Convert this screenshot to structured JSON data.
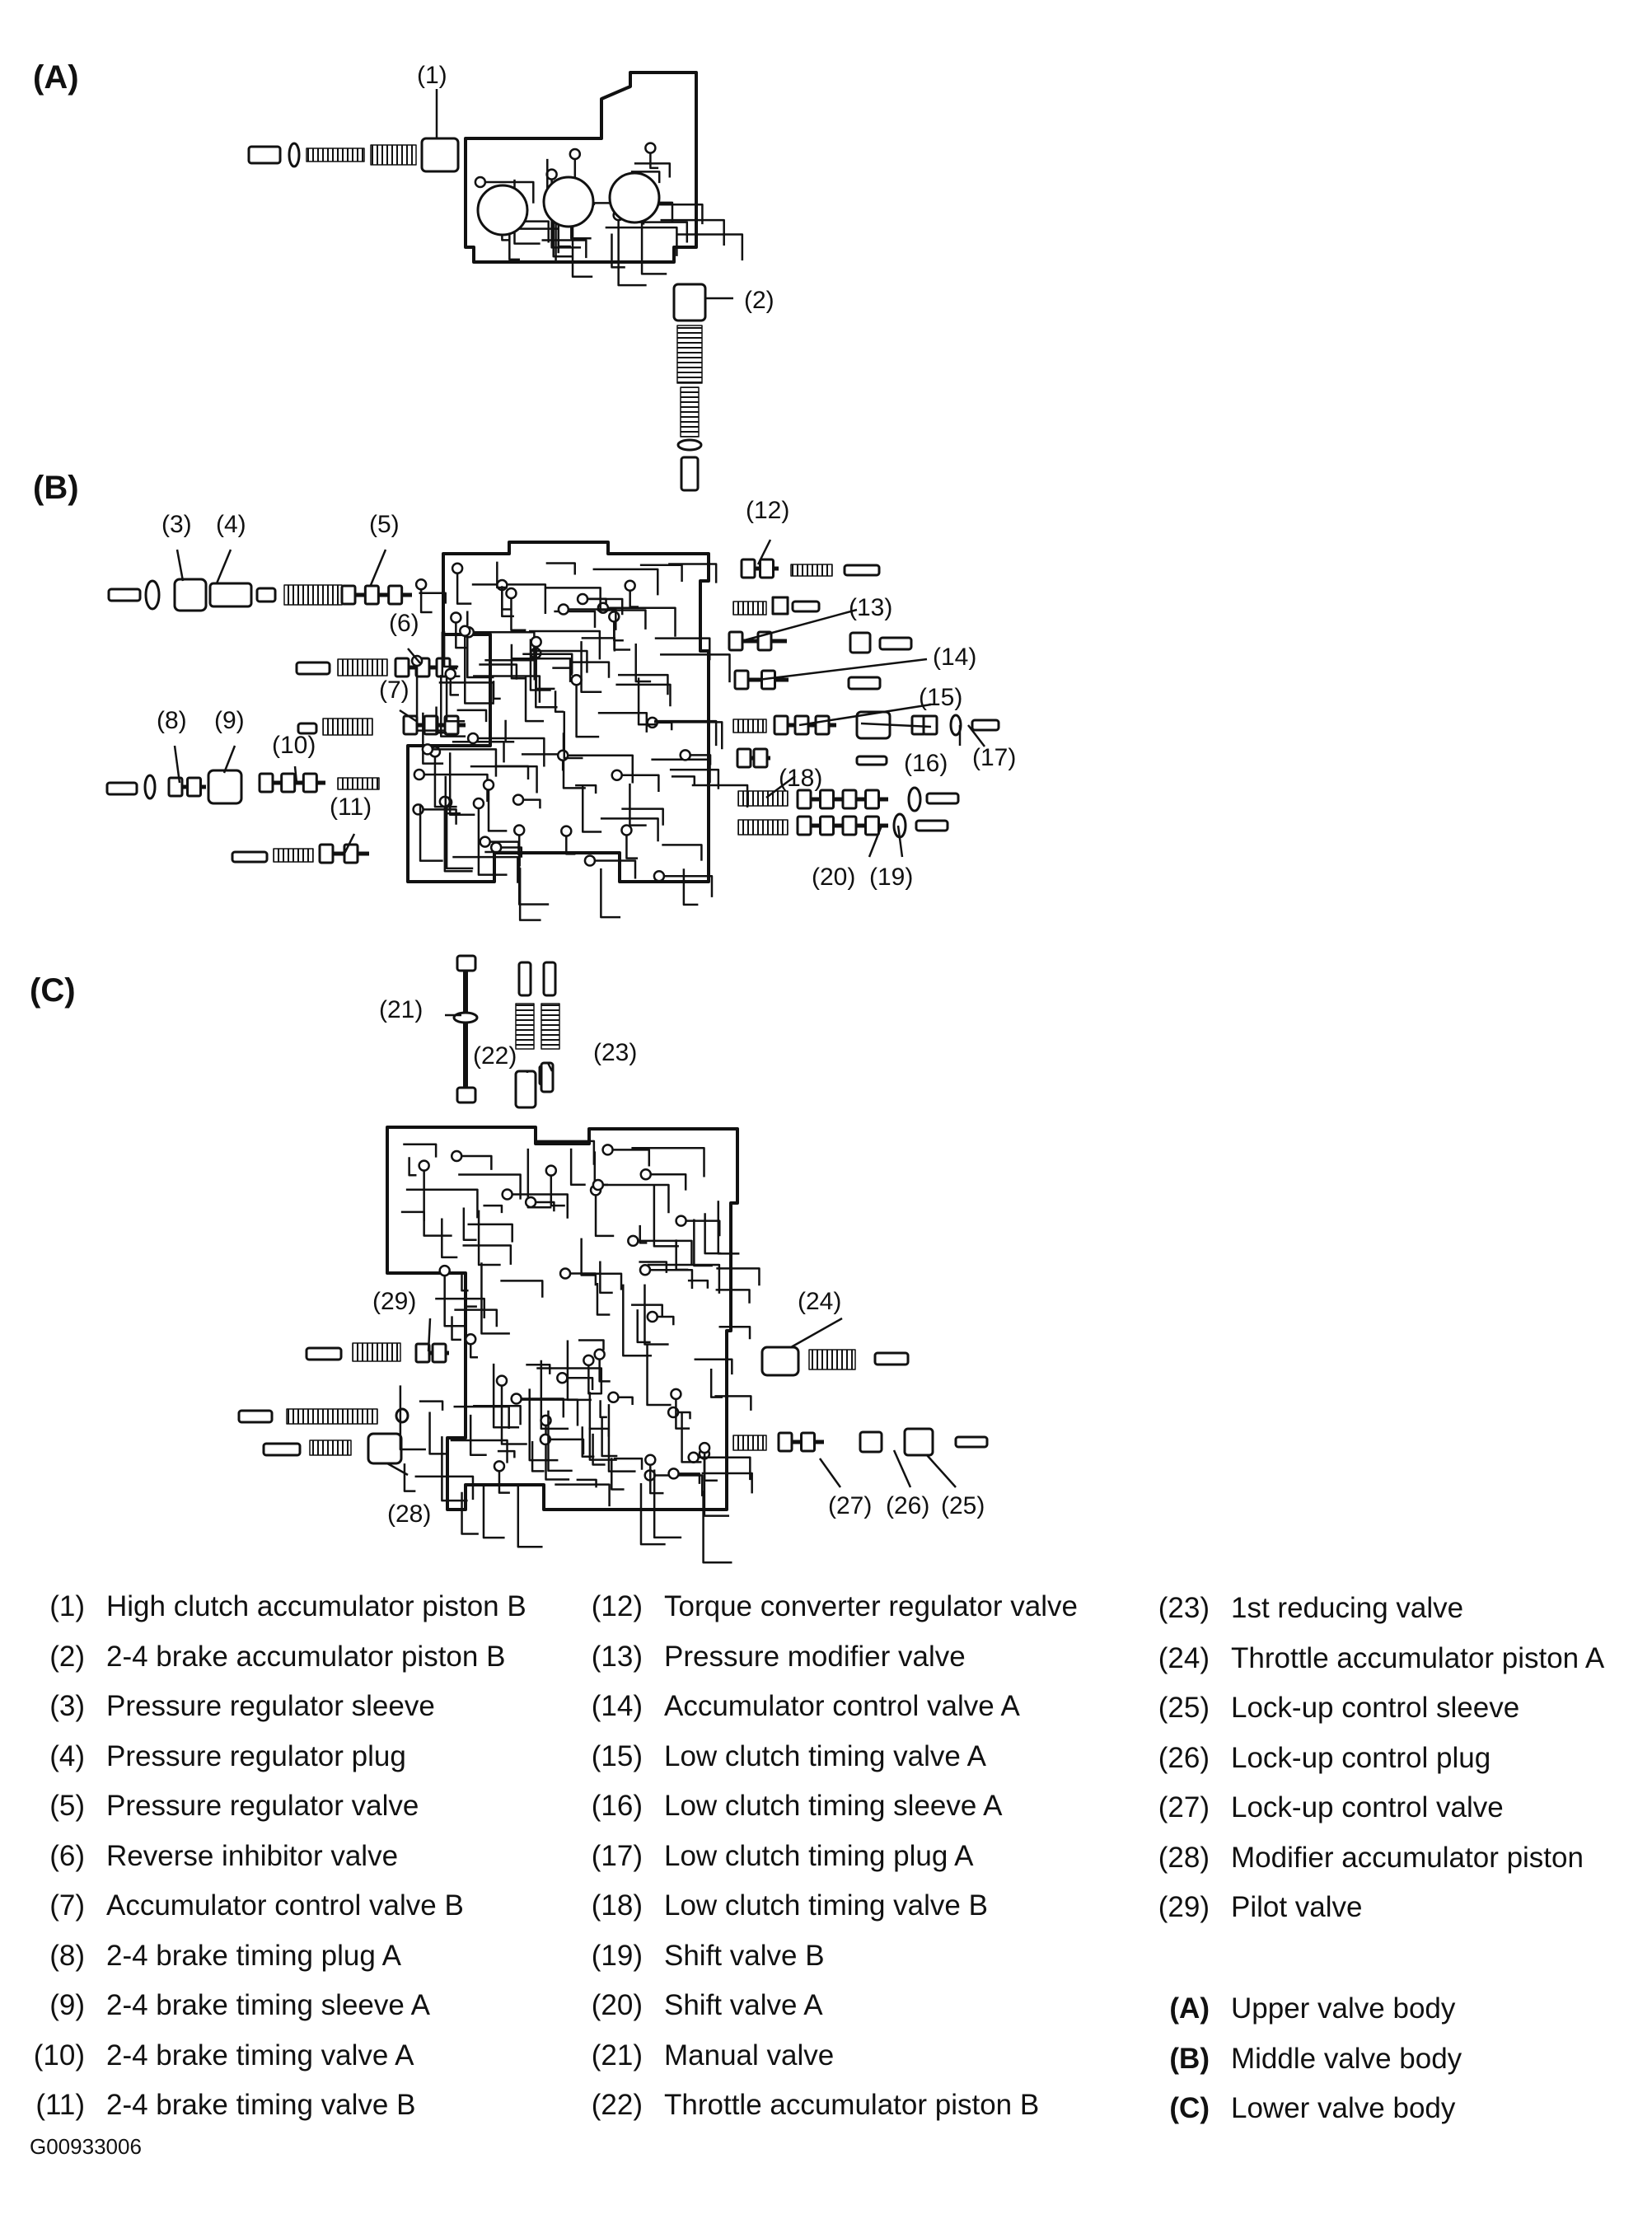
{
  "sections": {
    "a": "(A)",
    "b": "(B)",
    "c": "(C)"
  },
  "callouts": [
    {
      "id": "1",
      "label": "(1)"
    },
    {
      "id": "2",
      "label": "(2)"
    },
    {
      "id": "3",
      "label": "(3)"
    },
    {
      "id": "4",
      "label": "(4)"
    },
    {
      "id": "5",
      "label": "(5)"
    },
    {
      "id": "6",
      "label": "(6)"
    },
    {
      "id": "7",
      "label": "(7)"
    },
    {
      "id": "8",
      "label": "(8)"
    },
    {
      "id": "9",
      "label": "(9)"
    },
    {
      "id": "10",
      "label": "(10)"
    },
    {
      "id": "11",
      "label": "(11)"
    },
    {
      "id": "12",
      "label": "(12)"
    },
    {
      "id": "13",
      "label": "(13)"
    },
    {
      "id": "14",
      "label": "(14)"
    },
    {
      "id": "15",
      "label": "(15)"
    },
    {
      "id": "16",
      "label": "(16)"
    },
    {
      "id": "17",
      "label": "(17)"
    },
    {
      "id": "18",
      "label": "(18)"
    },
    {
      "id": "19",
      "label": "(19)"
    },
    {
      "id": "20",
      "label": "(20)"
    },
    {
      "id": "21",
      "label": "(21)"
    },
    {
      "id": "22",
      "label": "(22)"
    },
    {
      "id": "23",
      "label": "(23)"
    },
    {
      "id": "24",
      "label": "(24)"
    },
    {
      "id": "25",
      "label": "(25)"
    },
    {
      "id": "26",
      "label": "(26)"
    },
    {
      "id": "27",
      "label": "(27)"
    },
    {
      "id": "28",
      "label": "(28)"
    },
    {
      "id": "29",
      "label": "(29)"
    }
  ],
  "legend": {
    "col1": [
      {
        "num": "(1)",
        "text": "High clutch accumulator piston B"
      },
      {
        "num": "(2)",
        "text": "2-4 brake accumulator piston B"
      },
      {
        "num": "(3)",
        "text": "Pressure regulator sleeve"
      },
      {
        "num": "(4)",
        "text": "Pressure regulator plug"
      },
      {
        "num": "(5)",
        "text": "Pressure regulator valve"
      },
      {
        "num": "(6)",
        "text": "Reverse inhibitor valve"
      },
      {
        "num": "(7)",
        "text": "Accumulator control valve B"
      },
      {
        "num": "(8)",
        "text": "2-4 brake timing plug A"
      },
      {
        "num": "(9)",
        "text": "2-4 brake timing sleeve A"
      },
      {
        "num": "(10)",
        "text": "2-4 brake timing valve A"
      },
      {
        "num": "(11)",
        "text": "2-4 brake timing valve B"
      }
    ],
    "col2": [
      {
        "num": "(12)",
        "text": "Torque converter regulator valve"
      },
      {
        "num": "(13)",
        "text": "Pressure modifier valve"
      },
      {
        "num": "(14)",
        "text": "Accumulator control valve A"
      },
      {
        "num": "(15)",
        "text": "Low clutch timing valve A"
      },
      {
        "num": "(16)",
        "text": "Low clutch timing sleeve A"
      },
      {
        "num": "(17)",
        "text": "Low clutch timing plug A"
      },
      {
        "num": "(18)",
        "text": "Low clutch timing valve B"
      },
      {
        "num": "(19)",
        "text": "Shift valve B"
      },
      {
        "num": "(20)",
        "text": "Shift valve A"
      },
      {
        "num": "(21)",
        "text": "Manual valve"
      },
      {
        "num": "(22)",
        "text": "Throttle accumulator piston B"
      }
    ],
    "col3": [
      {
        "num": "(23)",
        "text": "1st reducing valve"
      },
      {
        "num": "(24)",
        "text": "Throttle accumulator piston A"
      },
      {
        "num": "(25)",
        "text": "Lock-up control sleeve"
      },
      {
        "num": "(26)",
        "text": "Lock-up control plug"
      },
      {
        "num": "(27)",
        "text": "Lock-up control valve"
      },
      {
        "num": "(28)",
        "text": "Modifier accumulator piston"
      },
      {
        "num": "(29)",
        "text": "Pilot valve"
      }
    ],
    "bodies": [
      {
        "num": "(A)",
        "text": "Upper valve body"
      },
      {
        "num": "(B)",
        "text": "Middle valve body"
      },
      {
        "num": "(C)",
        "text": "Lower valve body"
      }
    ]
  },
  "figure_code": "G00933006"
}
